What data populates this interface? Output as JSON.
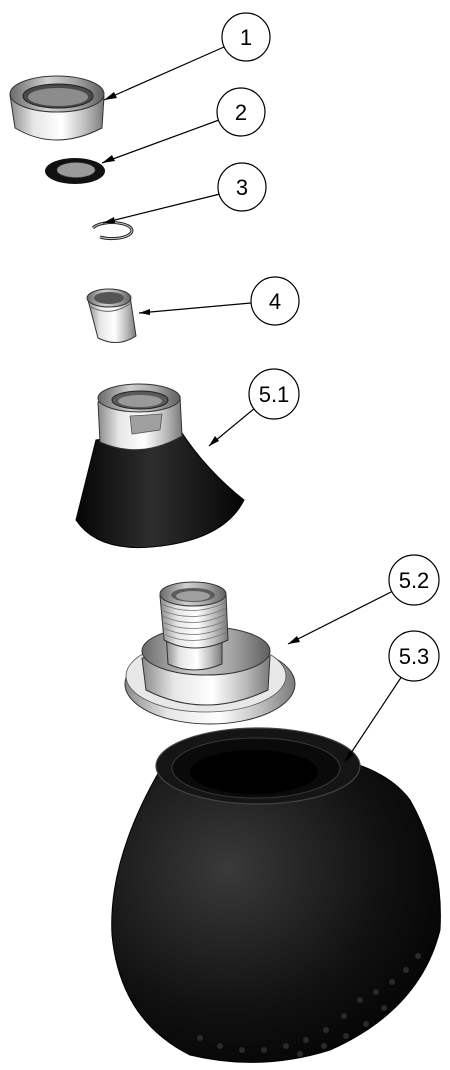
{
  "callouts": [
    {
      "id": "c1",
      "label": "1"
    },
    {
      "id": "c2",
      "label": "2"
    },
    {
      "id": "c3",
      "label": "3"
    },
    {
      "id": "c4",
      "label": "4"
    },
    {
      "id": "c51",
      "label": "5.1"
    },
    {
      "id": "c52",
      "label": "5.2"
    },
    {
      "id": "c53",
      "label": "5.3"
    }
  ]
}
